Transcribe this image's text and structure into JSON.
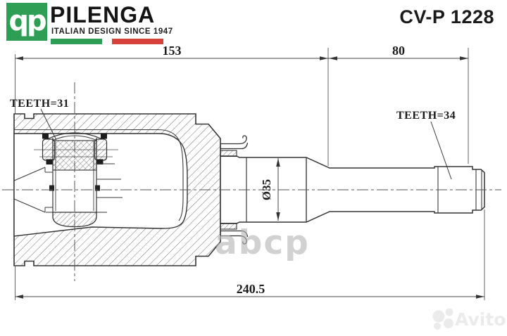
{
  "header": {
    "logo_mark": "qp",
    "brand": "PILENGA",
    "tagline": "ITALIAN DESIGN SINCE 1947",
    "part_number": "CV-P 1228",
    "brand_green": "#2f9e55",
    "brand_red": "#d8403c"
  },
  "drawing": {
    "dimensions": {
      "housing_length": "153",
      "shaft_length": "80",
      "overall_length": "240.5",
      "shaft_diameter": "Ø35",
      "inner_teeth": "TEETH=31",
      "outer_teeth": "TEETH=34"
    },
    "line_color": "#3b3b3b"
  },
  "watermarks": {
    "center": "abcp",
    "corner": "Avito"
  }
}
